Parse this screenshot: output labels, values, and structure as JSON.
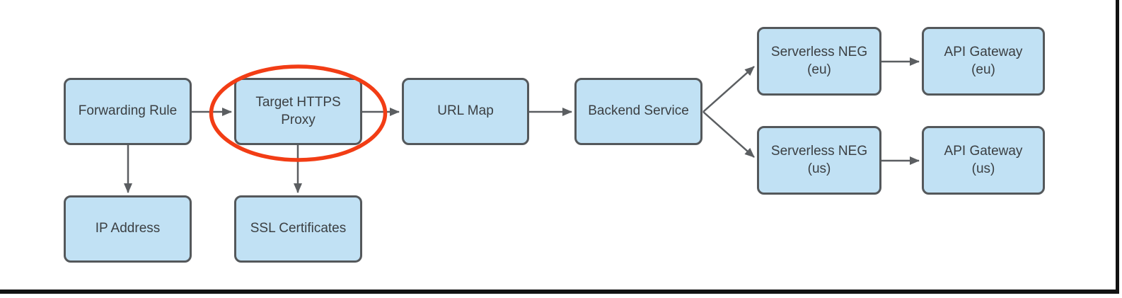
{
  "colors": {
    "canvas": "#ffffff",
    "node-fill": "#c1e1f4",
    "node-border": "#54585b",
    "node-text": "#3b3f42",
    "edge": "#5b5e61",
    "highlight": "#f23d15",
    "frame": "#121212"
  },
  "diagram": {
    "type": "flowchart",
    "nodes": [
      {
        "id": "forwarding-rule",
        "label": "Forwarding Rule"
      },
      {
        "id": "target-https-proxy",
        "label": "Target HTTPS\nProxy"
      },
      {
        "id": "url-map",
        "label": "URL Map"
      },
      {
        "id": "backend-service",
        "label": "Backend Service"
      },
      {
        "id": "serverless-neg-eu",
        "label": "Serverless NEG\n(eu)"
      },
      {
        "id": "api-gateway-eu",
        "label": "API Gateway\n(eu)"
      },
      {
        "id": "serverless-neg-us",
        "label": "Serverless NEG\n(us)"
      },
      {
        "id": "api-gateway-us",
        "label": "API Gateway\n(us)"
      },
      {
        "id": "ip-address",
        "label": "IP Address"
      },
      {
        "id": "ssl-certificates",
        "label": "SSL Certificates"
      }
    ],
    "edges": [
      {
        "from": "forwarding-rule",
        "to": "target-https-proxy"
      },
      {
        "from": "target-https-proxy",
        "to": "url-map"
      },
      {
        "from": "url-map",
        "to": "backend-service"
      },
      {
        "from": "backend-service",
        "to": "serverless-neg-eu"
      },
      {
        "from": "backend-service",
        "to": "serverless-neg-us"
      },
      {
        "from": "serverless-neg-eu",
        "to": "api-gateway-eu"
      },
      {
        "from": "serverless-neg-us",
        "to": "api-gateway-us"
      },
      {
        "from": "forwarding-rule",
        "to": "ip-address"
      },
      {
        "from": "target-https-proxy",
        "to": "ssl-certificates"
      }
    ],
    "highlight": {
      "shape": "ellipse",
      "around": "target-https-proxy"
    }
  }
}
